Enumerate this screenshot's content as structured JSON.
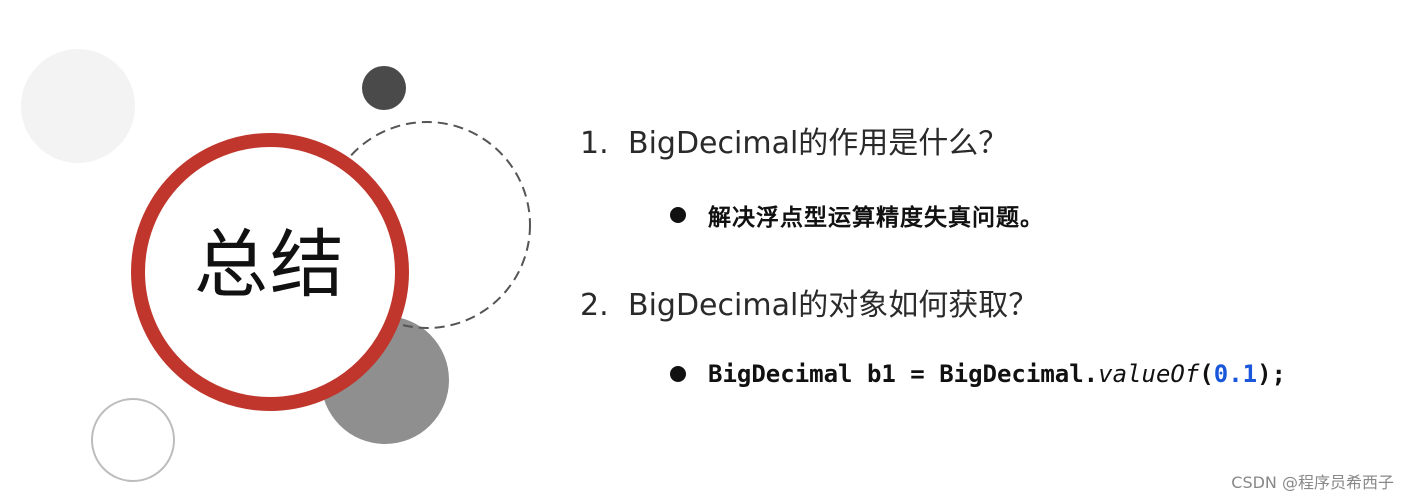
{
  "slide": {
    "title": "总结",
    "questions": [
      {
        "number": "1.",
        "text": "BigDecimal的作用是什么？",
        "answer": "解决浮点型运算精度失真问题。"
      },
      {
        "number": "2.",
        "text": "BigDecimal的对象如何获取？",
        "code": {
          "prefix": "BigDecimal b1 = BigDecimal.",
          "method": "valueOf",
          "open": "(",
          "number": "0.1",
          "close": ");"
        }
      }
    ]
  },
  "watermark": "CSDN @程序员希西子",
  "colors": {
    "accent_ring": "#c0362c",
    "dark_dot": "#4a4a4a",
    "gray_circle": "#8f8f8f",
    "light_circle": "#f3f3f3",
    "code_number": "#1a56db"
  }
}
